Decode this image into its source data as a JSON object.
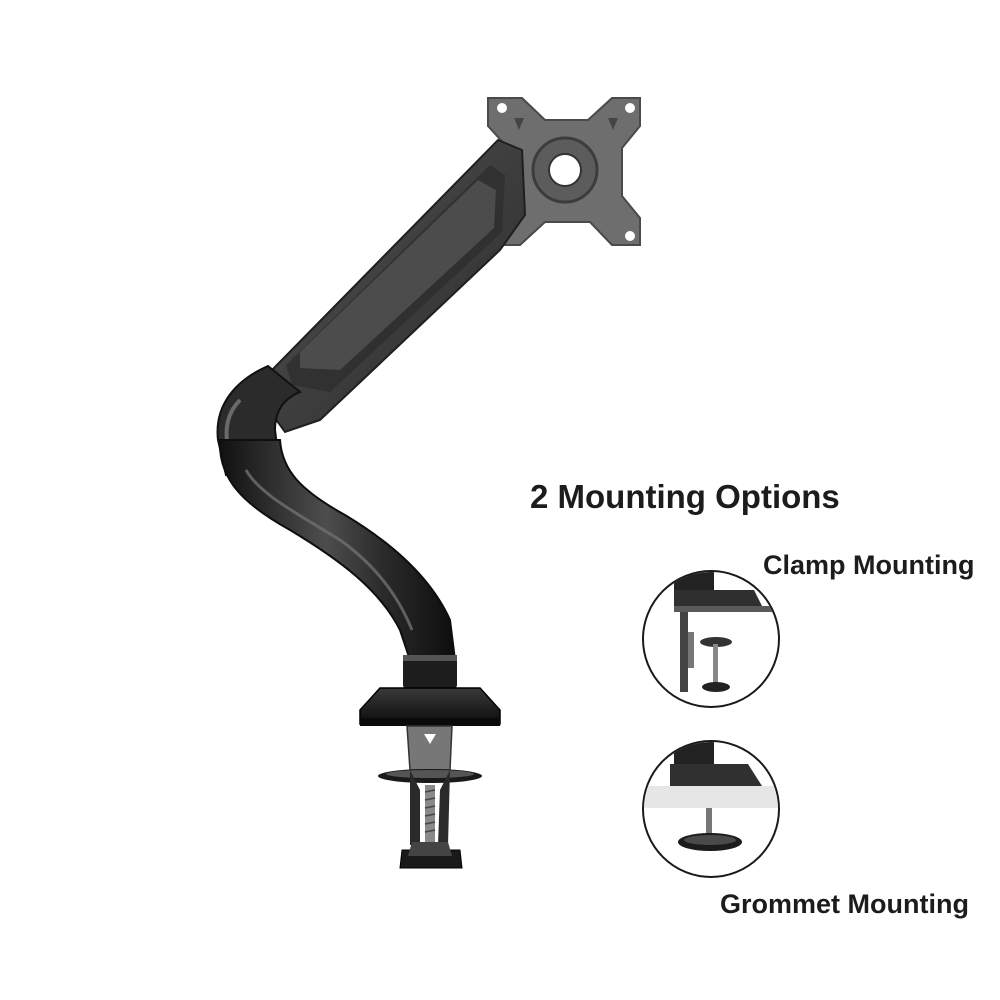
{
  "heading": "2 Mounting Options",
  "options": [
    {
      "label": "Clamp Mounting",
      "icon": "clamp-mount-icon"
    },
    {
      "label": "Grommet Mounting",
      "icon": "grommet-mount-icon"
    }
  ],
  "colors": {
    "background": "#ffffff",
    "arm_body": "#4a4a4a",
    "arm_dark": "#1e1e1e",
    "vesa_plate": "#6b6b6b",
    "text": "#1c1c1c"
  }
}
